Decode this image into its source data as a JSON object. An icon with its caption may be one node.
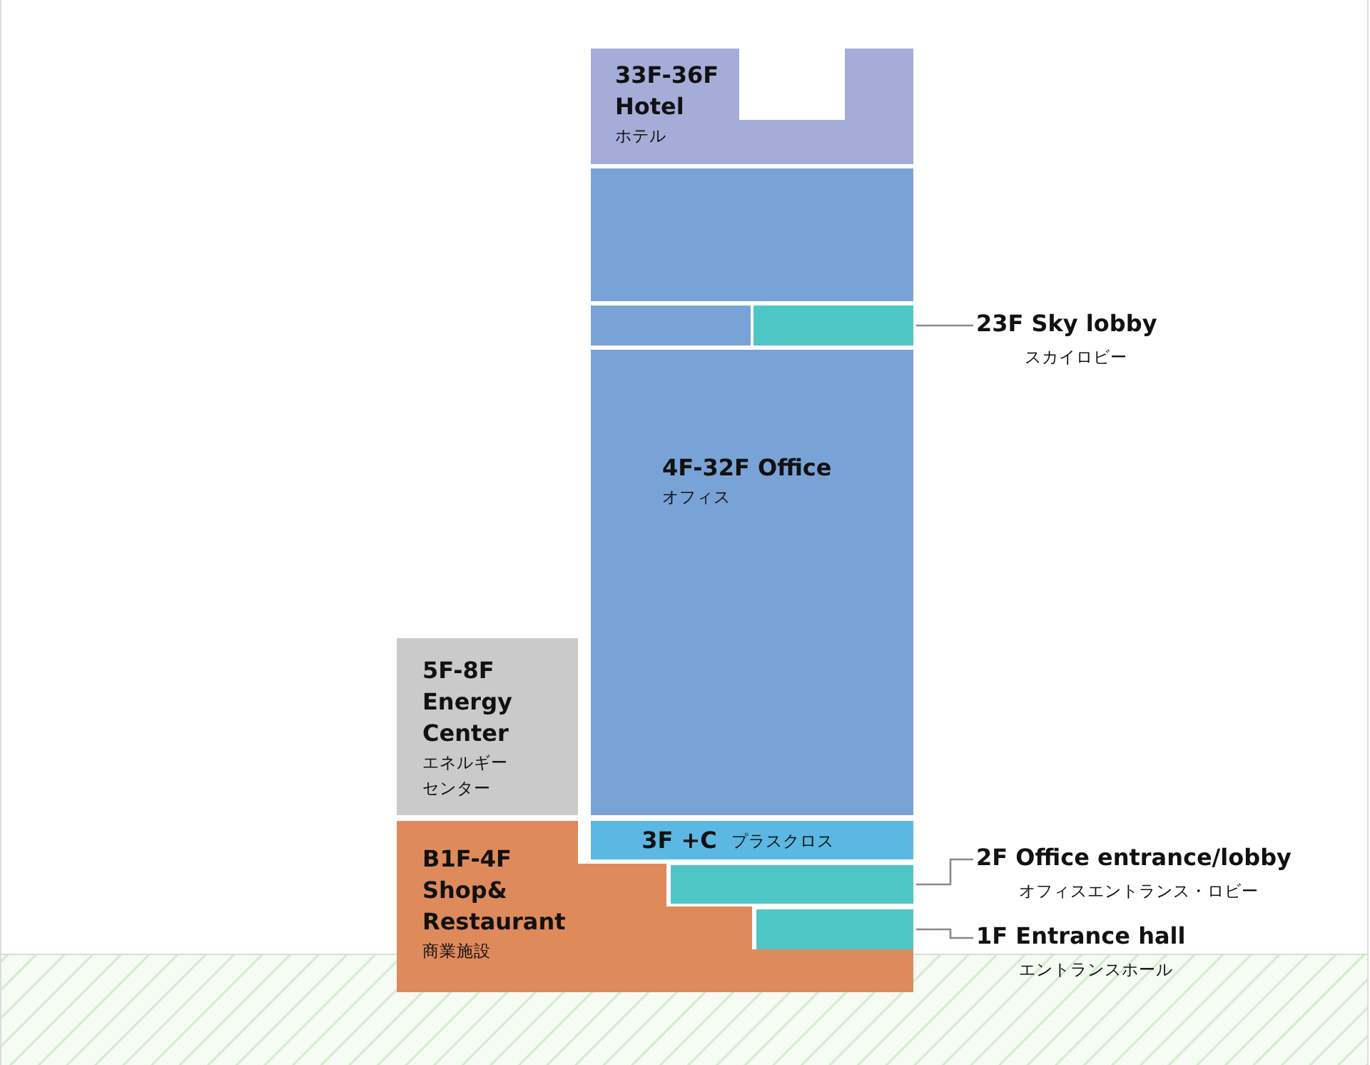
{
  "diagram": {
    "nodes": [
      {
        "text": [
          "33F-36F Hotel",
          "ホテル"
        ]
      },
      {
        "text": [],
        "shape": "box"
      },
      {
        "text": [],
        "shape": "box"
      },
      {
        "text": [],
        "shape": "box"
      },
      {
        "text": [
          "4F-32F Office",
          "オフィス"
        ]
      },
      {
        "text": [
          "5F-8F Energy Center",
          "エネルギーセンター"
        ]
      },
      {
        "text": [
          "3F +C",
          "プラスクロス"
        ]
      },
      {
        "text": [
          "B1F-4F Shop& Restaurant",
          "商業施設"
        ]
      },
      {
        "text": [],
        "shape": "box"
      },
      {
        "text": [],
        "shape": "box"
      },
      {
        "text": [
          "23F Sky lobby",
          "スカイロビー"
        ]
      },
      {
        "text": [
          "2F Office entrance/lobby",
          "オフィスエントランス・ロビー"
        ]
      },
      {
        "text": [
          "1F Entrance hall",
          "エントランスホール"
        ]
      }
    ],
    "edges": [
      {
        "from": 10,
        "to": 3,
        "arrow": "none"
      },
      {
        "from": 11,
        "to": 8,
        "arrow": "none"
      },
      {
        "from": 12,
        "to": 9,
        "arrow": "none"
      }
    ]
  }
}
